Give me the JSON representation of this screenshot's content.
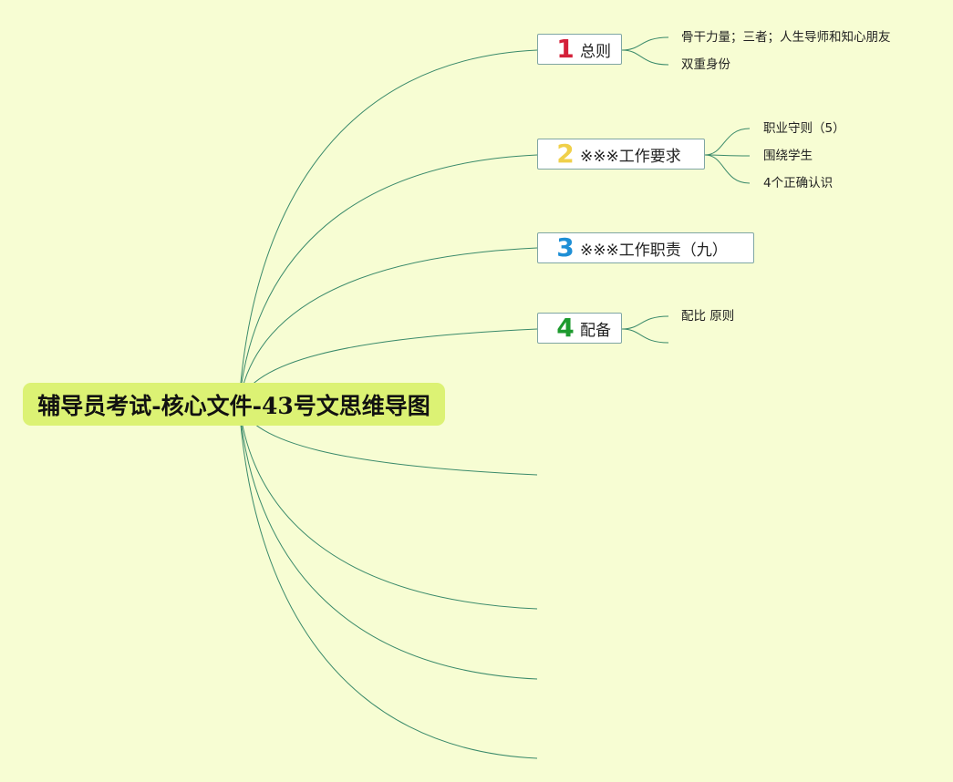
{
  "root": {
    "title": "辅导员考试-核心文件-43号文思维导图"
  },
  "topics": [
    {
      "num": "1",
      "num_color": "#d4213a",
      "label": "总则",
      "children": [
        "骨干力量；三者；人生导师和知心朋友",
        "双重身份"
      ]
    },
    {
      "num": "2",
      "num_color": "#f0d04a",
      "label": "※※※工作要求",
      "children": [
        "职业守则（5）",
        "围绕学生",
        "4个正确认识"
      ]
    },
    {
      "num": "3",
      "num_color": "#1e8fd6",
      "label": "※※※工作职责（九）",
      "children": []
    },
    {
      "num": "4",
      "num_color": "#1d9a2e",
      "label": "配备",
      "children": [
        "配比 原则",
        ""
      ]
    }
  ],
  "line_color": "#3a8a6a"
}
